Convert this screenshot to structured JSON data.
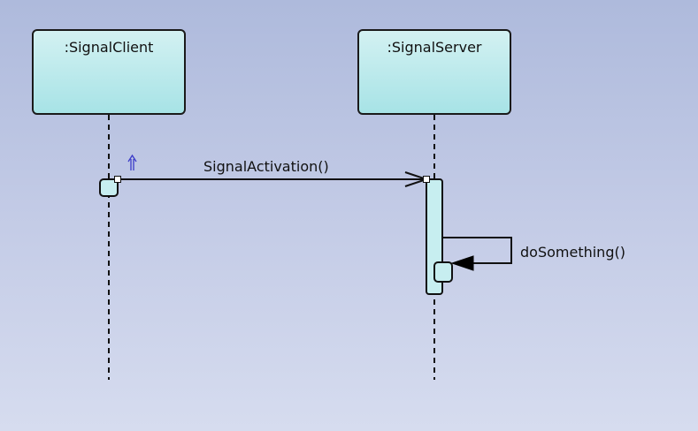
{
  "lifelines": [
    {
      "name": ":SignalClient"
    },
    {
      "name": ":SignalServer"
    }
  ],
  "messages": [
    {
      "label": "SignalActivation()",
      "from": ":SignalClient",
      "to": ":SignalServer",
      "kind": "asynchronous"
    },
    {
      "label": "doSomething()",
      "from": ":SignalServer",
      "to": ":SignalServer",
      "kind": "self-call"
    }
  ],
  "icons": {
    "signal_marker": "upward-arrow-icon"
  },
  "colors": {
    "lifeline_fill_top": "#d3f1f2",
    "lifeline_fill_bottom": "#a7e3e6",
    "background_top": "#aebadc",
    "background_bottom": "#d6dcef",
    "signal_marker": "#3a3ac8"
  }
}
